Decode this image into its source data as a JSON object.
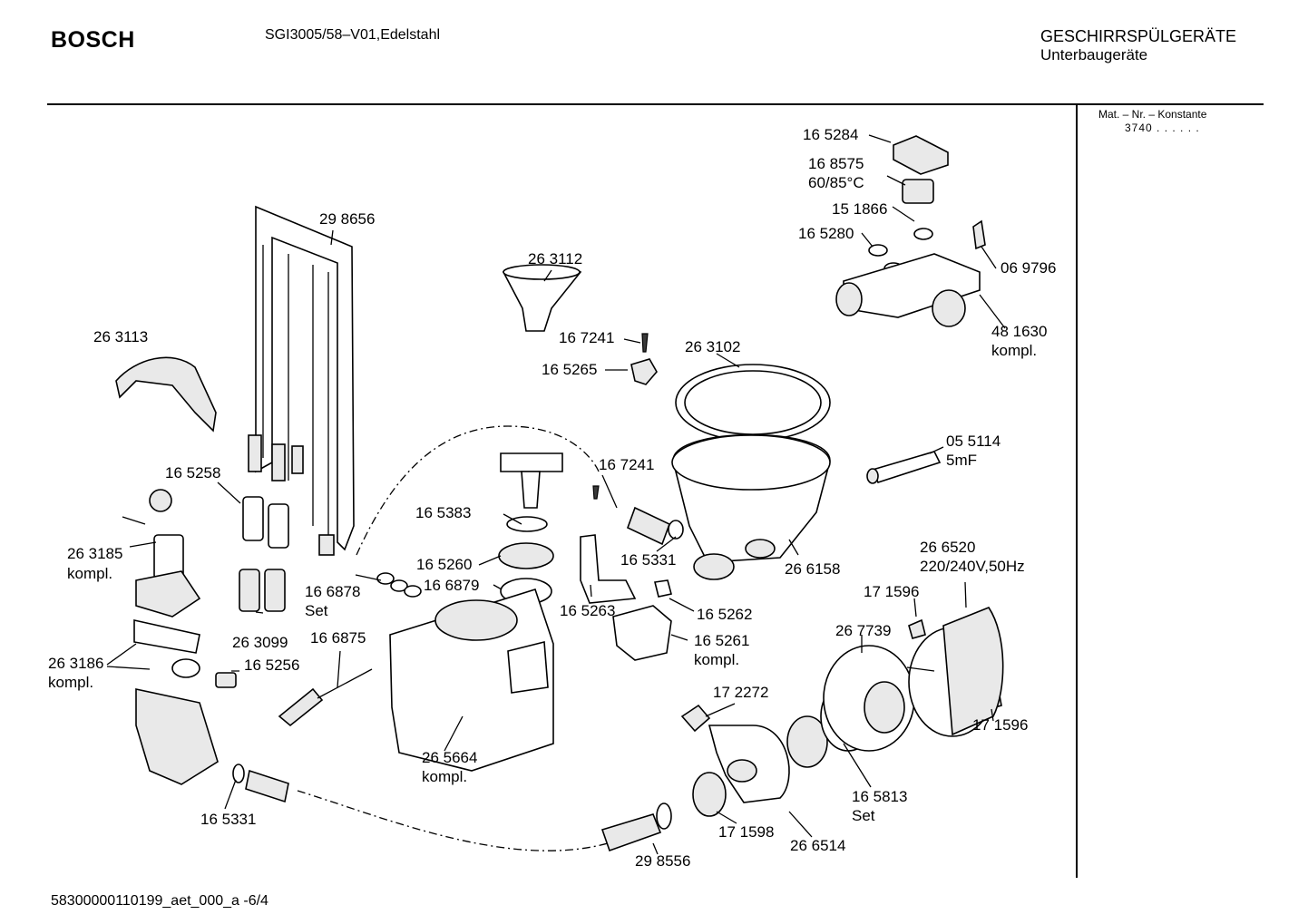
{
  "header": {
    "brand": "BOSCH",
    "model": "SGI3005/58–V01,Edelstahl",
    "category": "GESCHIRRSPÜLGERÄTE",
    "subcategory": "Unterbaugeräte"
  },
  "side_panel": {
    "mat_label": "Mat. – Nr. – Konstante",
    "mat_value": "3740 .  .  .  .  .  ."
  },
  "footer": {
    "doc_id": "58300000110199_aet_000_a  -6/4"
  },
  "parts": [
    {
      "id": "165284",
      "line1": "16 5284"
    },
    {
      "id": "168575",
      "line1": "16 8575",
      "line2": "60/85°C"
    },
    {
      "id": "151866",
      "line1": "15 1866"
    },
    {
      "id": "165280",
      "line1": "16 5280"
    },
    {
      "id": "069796",
      "line1": "06 9796"
    },
    {
      "id": "481630",
      "line1": "48 1630",
      "line2": "kompl."
    },
    {
      "id": "298656",
      "line1": "29 8656"
    },
    {
      "id": "263112",
      "line1": "26 3112"
    },
    {
      "id": "263113",
      "line1": "26 3113"
    },
    {
      "id": "167241a",
      "line1": "16 7241"
    },
    {
      "id": "165265",
      "line1": "16 5265"
    },
    {
      "id": "263102",
      "line1": "26 3102"
    },
    {
      "id": "055114",
      "line1": "05 5114",
      "line2": "5mF"
    },
    {
      "id": "165258",
      "line1": "16 5258"
    },
    {
      "id": "167241b",
      "line1": "16 7241"
    },
    {
      "id": "165383",
      "line1": "16 5383"
    },
    {
      "id": "263185",
      "line1": "26 3185",
      "line2": "kompl."
    },
    {
      "id": "165331a",
      "line1": "16 5331"
    },
    {
      "id": "266158",
      "line1": "26 6158"
    },
    {
      "id": "165260",
      "line1": "16 5260"
    },
    {
      "id": "166878",
      "line1": "16 6878",
      "line2": "Set"
    },
    {
      "id": "166879",
      "line1": "16 6879"
    },
    {
      "id": "165263",
      "line1": "16 5263"
    },
    {
      "id": "266520",
      "line1": "26 6520",
      "line2": "220/240V,50Hz"
    },
    {
      "id": "171596a",
      "line1": "17 1596"
    },
    {
      "id": "165262",
      "line1": "16 5262"
    },
    {
      "id": "263099",
      "line1": "26 3099"
    },
    {
      "id": "166875",
      "line1": "16 6875"
    },
    {
      "id": "267739",
      "line1": "26 7739"
    },
    {
      "id": "165261",
      "line1": "16 5261",
      "line2": "kompl."
    },
    {
      "id": "263186",
      "line1": "26 3186",
      "line2": "kompl."
    },
    {
      "id": "165256",
      "line1": "16 5256"
    },
    {
      "id": "172272",
      "line1": "17 2272"
    },
    {
      "id": "171596b",
      "line1": "17 1596"
    },
    {
      "id": "265664",
      "line1": "26 5664",
      "line2": "kompl."
    },
    {
      "id": "165813",
      "line1": "16 5813",
      "line2": "Set"
    },
    {
      "id": "165331b",
      "line1": "16 5331"
    },
    {
      "id": "171598",
      "line1": "17 1598"
    },
    {
      "id": "266514",
      "line1": "26 6514"
    },
    {
      "id": "298556",
      "line1": "29 8556"
    }
  ]
}
